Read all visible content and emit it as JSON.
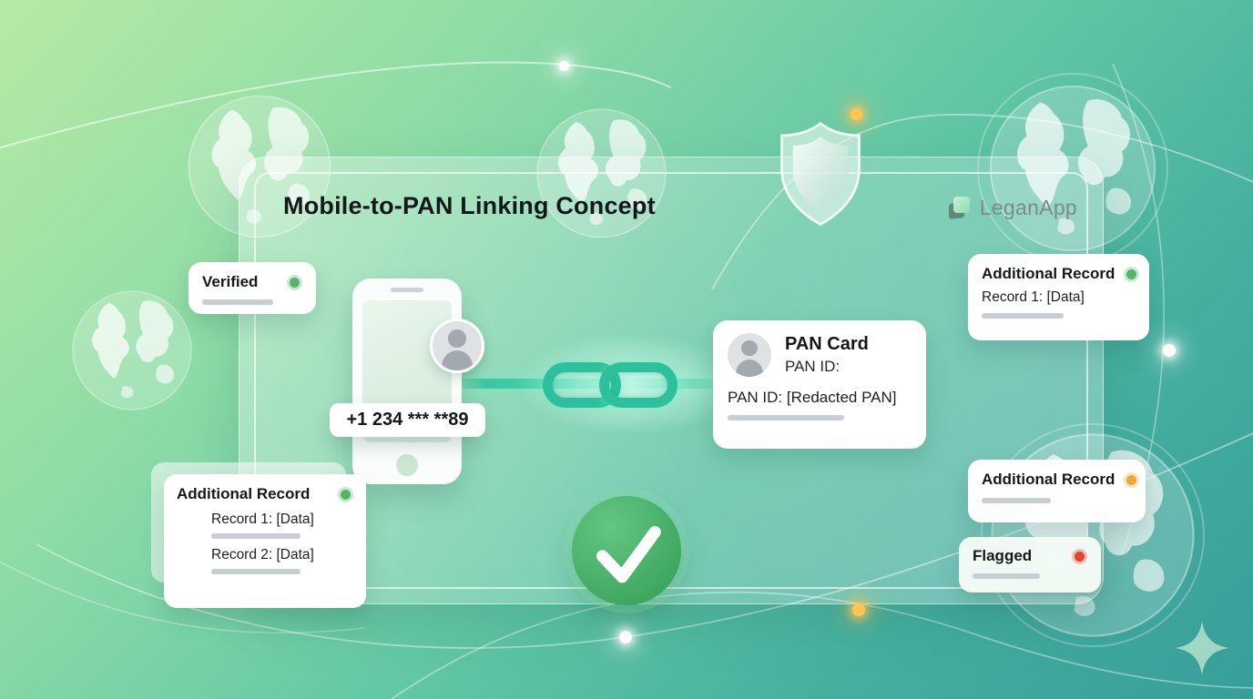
{
  "title": "Mobile-to-PAN Linking Concept",
  "brand": {
    "name": "LeganApp"
  },
  "connection": {
    "phone_number": "+1 234 *** **89"
  },
  "pan_card": {
    "title": "PAN Card",
    "subtitle": "PAN ID:",
    "redacted_line": "PAN ID: [Redacted PAN]"
  },
  "badges": {
    "verified": {
      "label": "Verified",
      "status": {
        "color": "#55b36a",
        "ring": "rgba(85,179,106,0.30)"
      }
    },
    "record_top_right": {
      "label": "Additional Record",
      "line1": "Record 1: [Data]",
      "status": {
        "color": "#55b36a",
        "ring": "rgba(85,179,106,0.30)"
      }
    },
    "record_bottom_left": {
      "label": "Additional Record",
      "lines": [
        "Record 1: [Data]",
        "Record 2: [Data]"
      ],
      "status": {
        "color": "#55b36a",
        "ring": "rgba(85,179,106,0.30)"
      }
    },
    "record_right": {
      "label": "Additional Record",
      "status": {
        "color": "#f1a53a",
        "ring": "rgba(241,165,58,0.30)"
      }
    },
    "flagged": {
      "label": "Flagged",
      "status": {
        "color": "#e2462e",
        "ring": "rgba(226,70,46,0.32)"
      }
    }
  },
  "palette": {
    "background_start": "#b6eaa4",
    "background_end": "#379e99",
    "link_teal": "#2cc19c",
    "check_green": "#3ea75f",
    "particle_orange": "#ffc453"
  },
  "icons": {
    "link": "chain-link",
    "security": "shield",
    "success": "checkmark",
    "identity": "person-avatar",
    "decoration": "sparkle",
    "world": "globe"
  }
}
